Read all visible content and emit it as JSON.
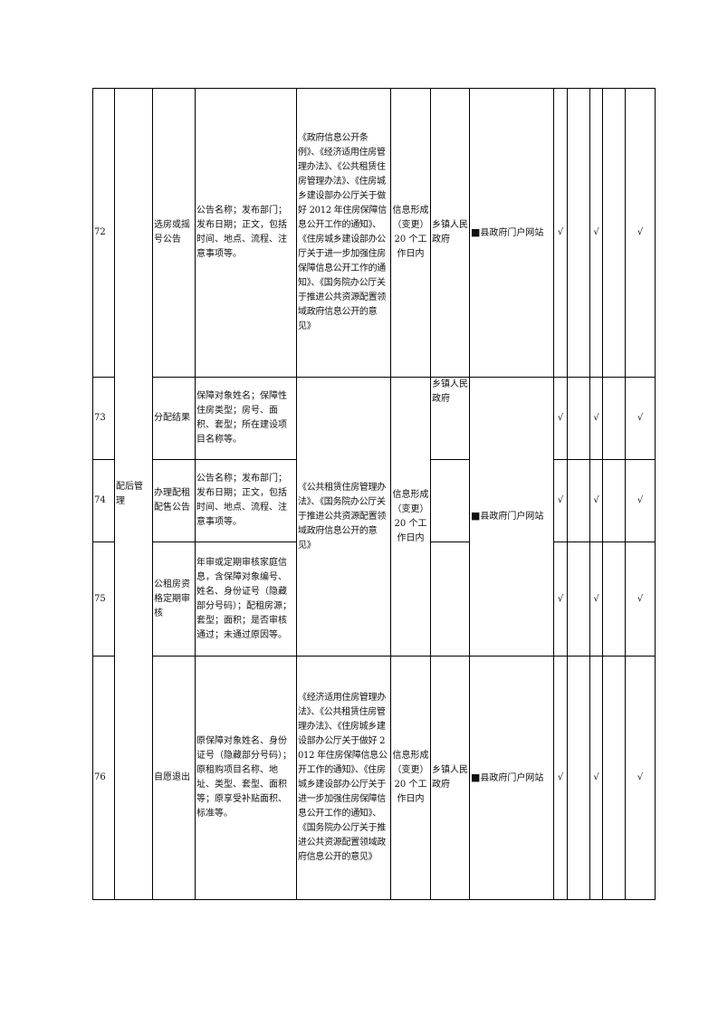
{
  "rows": {
    "r72": {
      "num": "72",
      "item": "选房或摇号公告",
      "content": "公告名称；发布部门；发布日期；正文，包括时间、地点、流程、注意事项等。",
      "basis": "《政府信息公开条例》、《经济适用住房管理办法》、《公共租赁住房管理办法》、《住房城乡建设部办公厅关于做好 2012 年住房保障信息公开工作的通知》、《住房城乡建设部办公厅关于进一步加强住房保障信息公开工作的通知》、《国务院办公厅关于推进公共资源配置领域政府信息公开的意见》",
      "time": "信息形成（变更）20 个工作日内",
      "subject": "乡镇人民政府",
      "channel": "县政府门户网站"
    },
    "r73": {
      "num": "73",
      "item": "分配结果",
      "content": "保障对象姓名；保障性住房类型；房号、面积、套型；所在建设项目名称等。",
      "subject": "乡镇人民政府"
    },
    "r74": {
      "num": "74",
      "category": "配后管理",
      "item": "办理配租配售公告",
      "content": "公告名称；发布部门；发布日期；正文，包括时间、地点、流程、注意事项等。",
      "channel": "县政府门户网站"
    },
    "r75": {
      "num": "75",
      "item": "公租房资格定期审核",
      "content": "年审或定期审核家庭信息，含保障对象编号、姓名、身份证号（隐藏部分号码）；配租房源；套型；面积；是否审核通过；未通过原因等。"
    },
    "r76": {
      "num": "76",
      "item": "自愿退出",
      "content": "原保障对象姓名、身份证号（隐藏部分号码）；原租购项目名称、地址、类型、套型、面积等；原享受补贴面积、标准等。",
      "basis": "《经济适用住房管理办法》、《公共租赁住房管理办法》、《住房城乡建设部办公厅关于做好 2012 年住房保障信息公开工作的通知》、《住房城乡建设部办公厅关于进一步加强住房保障信息公开工作的通知》、《国务院办公厅关于推进公共资源配置领域政府信息公开的意见》",
      "time": "信息形成（变更）20 个工作日内",
      "subject": "乡镇人民政府",
      "channel": "县政府门户网站"
    }
  },
  "shared": {
    "basis_73_75": "《公共租赁住房管理办法》、《国务院办公厅关于推进公共资源配置领域政府信息公开的意见》",
    "time_73_75": "信息形成（变更）20 个工作日内"
  },
  "marks": {
    "square": "■",
    "check": "√"
  }
}
